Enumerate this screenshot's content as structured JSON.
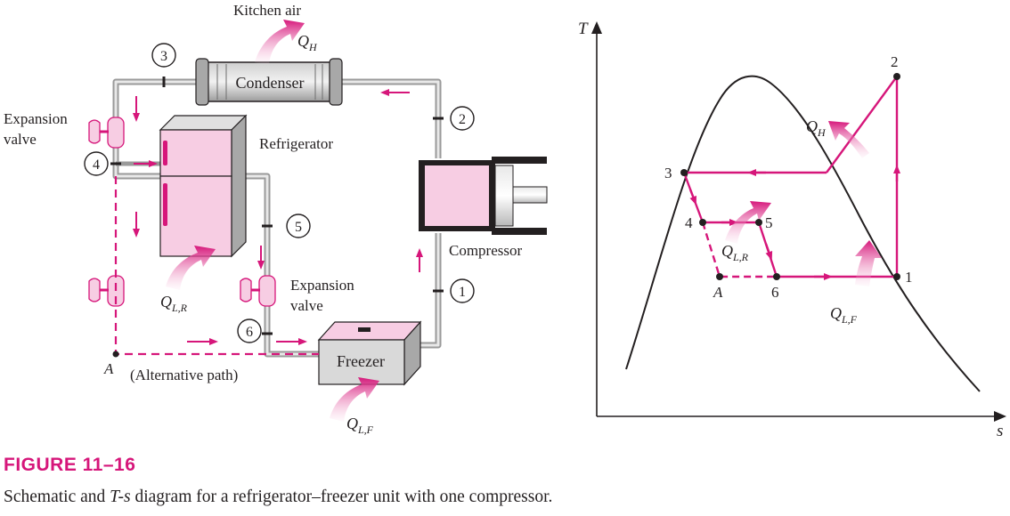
{
  "schematic": {
    "kitchen_air": "Kitchen air",
    "condenser": "Condenser",
    "refrigerator": "Refrigerator",
    "compressor": "Compressor",
    "freezer": "Freezer",
    "expansion_valve_top": [
      "Expansion",
      "valve"
    ],
    "expansion_valve_bottom": [
      "Expansion",
      "valve"
    ],
    "alternative_path": "(Alternative path)",
    "point_a": "A",
    "state_numbers": [
      "1",
      "2",
      "3",
      "4",
      "5",
      "6"
    ],
    "q_h": {
      "main": "Q",
      "sub": "H"
    },
    "q_lr": {
      "main": "Q",
      "sub": "L,R"
    },
    "q_lf": {
      "main": "Q",
      "sub": "L,F"
    }
  },
  "ts_diagram": {
    "axis_t": "T",
    "axis_s": "s",
    "points": [
      "1",
      "2",
      "3",
      "4",
      "5",
      "6"
    ],
    "point_a": "A",
    "q_h": {
      "main": "Q",
      "sub": "H"
    },
    "q_lr": {
      "main": "Q",
      "sub": "L,R"
    },
    "q_lf": {
      "main": "Q",
      "sub": "L,F"
    }
  },
  "colors": {
    "magenta": "#d6167a",
    "pink_fill": "#f6c8e0",
    "pipe": "#9a9a9a",
    "line": "#231f20"
  },
  "figure": {
    "label": "FIGURE 11–16",
    "caption_pre": "Schematic and ",
    "caption_italic": "T-s",
    "caption_post": " diagram for a refrigerator–freezer unit with one compressor."
  }
}
